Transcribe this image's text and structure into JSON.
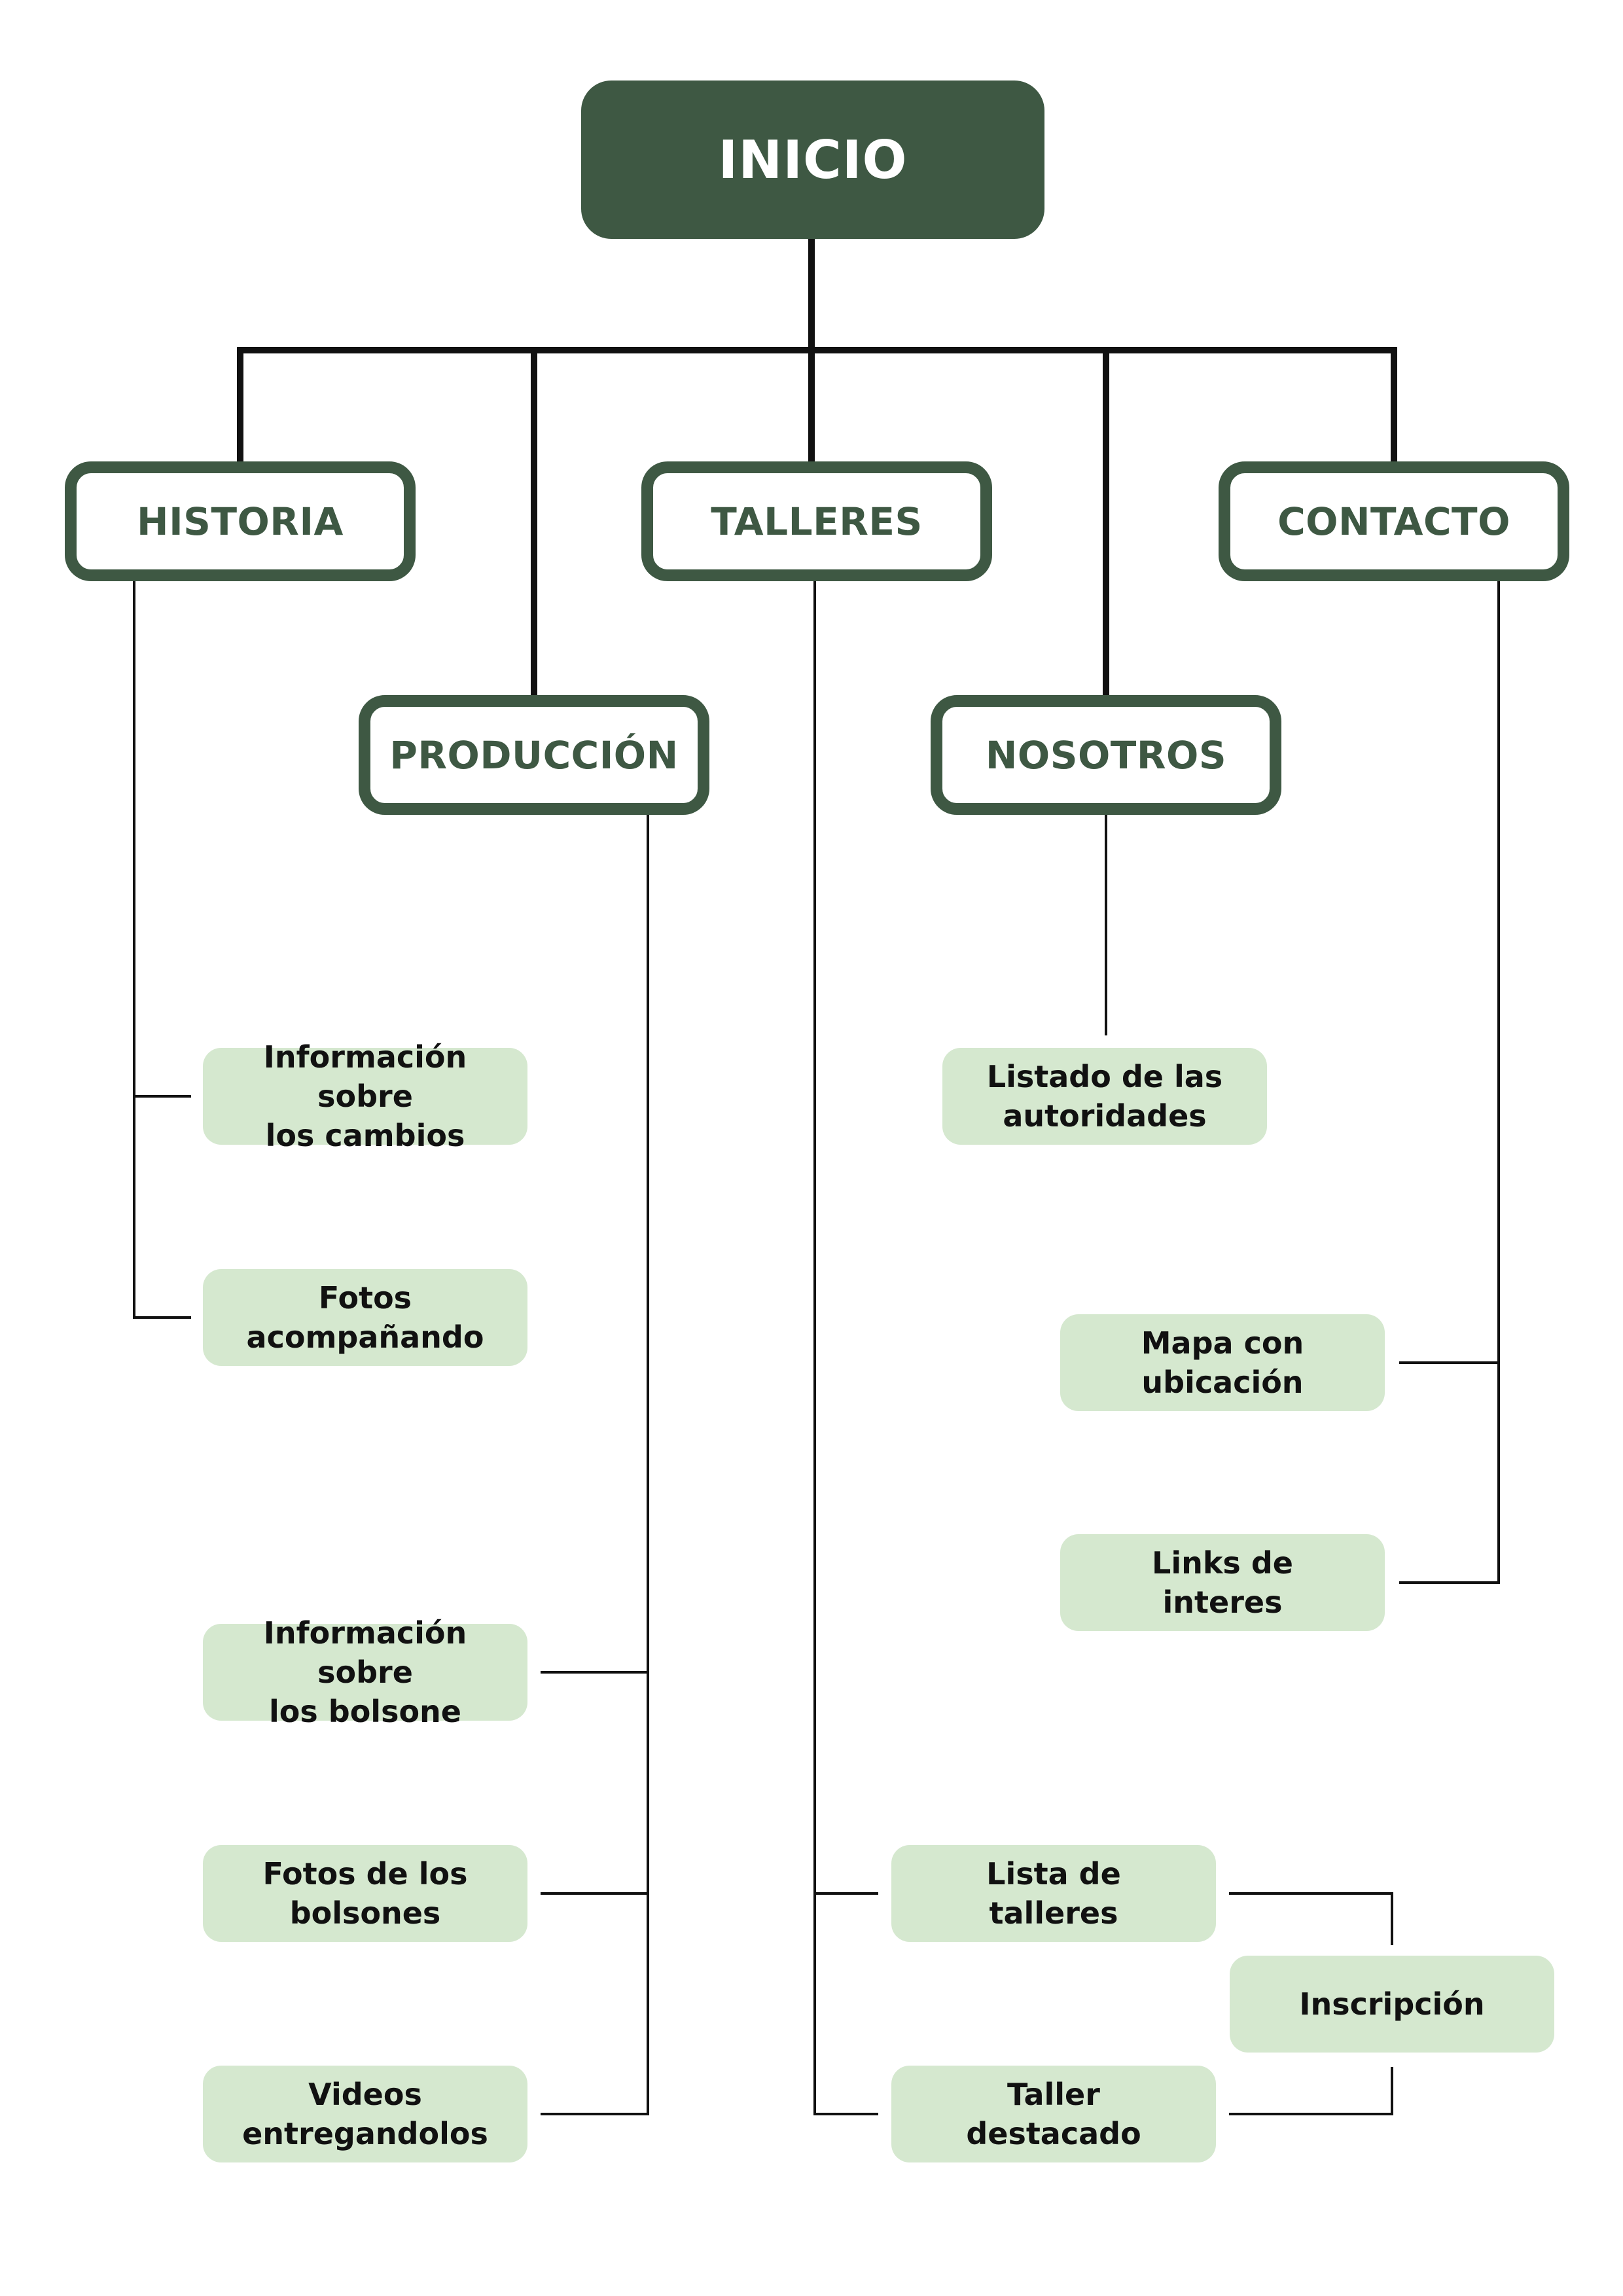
{
  "colors": {
    "primary": "#3e5843",
    "leaf_fill": "#d5e8cf",
    "line": "#111111"
  },
  "root": {
    "label": "INICIO"
  },
  "sections": {
    "historia": "HISTORIA",
    "produccion": "PRODUCCIÓN",
    "talleres": "TALLERES",
    "nosotros": "NOSOTROS",
    "contacto": "CONTACTO"
  },
  "leaves": {
    "info_cambios": "Información sobre\nlos cambios",
    "fotos_acompanando": "Fotos\nacompañando",
    "info_bolsone": "Información sobre\nlos bolsone",
    "fotos_bolsones": "Fotos de los\nbolsones",
    "videos": "Videos\nentregandolos",
    "listado_autoridades": "Listado de las\nautoridades",
    "mapa": "Mapa con\nubicación",
    "links": "Links de\ninteres",
    "lista_talleres": "Lista de\ntalleres",
    "taller_destacado": "Taller\ndestacado",
    "inscripcion": "Inscripción"
  }
}
